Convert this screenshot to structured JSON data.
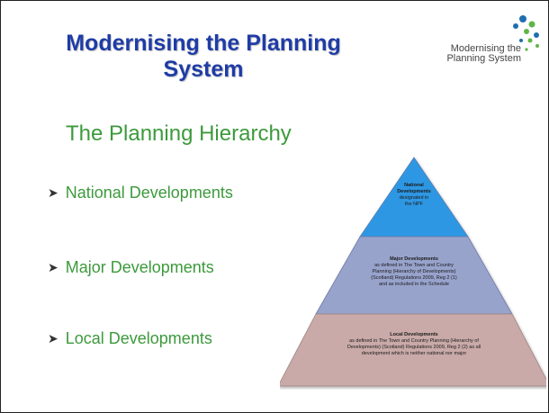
{
  "slide": {
    "title": "Modernising the Planning System",
    "logo_text_line1": "Modernising the",
    "logo_text_line2": "Planning System",
    "subtitle": "The Planning Hierarchy",
    "bullets": [
      "National Developments",
      "Major Developments",
      "Local Developments"
    ]
  },
  "pyramid": {
    "national": {
      "heading_line1": "National",
      "heading_line2": "Developments",
      "body_line1": "designated in",
      "body_line2": "the NPF"
    },
    "major": {
      "heading": "Major Developments",
      "line1": "as defined in The Town and Country",
      "line2": "Planning (Hierarchy of Developments)",
      "line3": "(Scotland) Regulations 2009, Reg 2 (1)",
      "line4": "and as included in the Schedule"
    },
    "local": {
      "heading": "Local Developments",
      "line1": "as defined in The Town and Country Planning (Hierarchy of",
      "line2": "Developments) (Scotland) Regulations 2009, Reg 2 (2) as all",
      "line3": "development which is neither national nor major"
    }
  },
  "colors": {
    "title": "#1f3ca6",
    "text_green": "#3c9a3c",
    "national": "#2d97e3",
    "major": "#98a3cc",
    "local": "#c9aaa8",
    "logo_dots_blue": "#1e6fb0",
    "logo_dots_green": "#5fb548"
  }
}
